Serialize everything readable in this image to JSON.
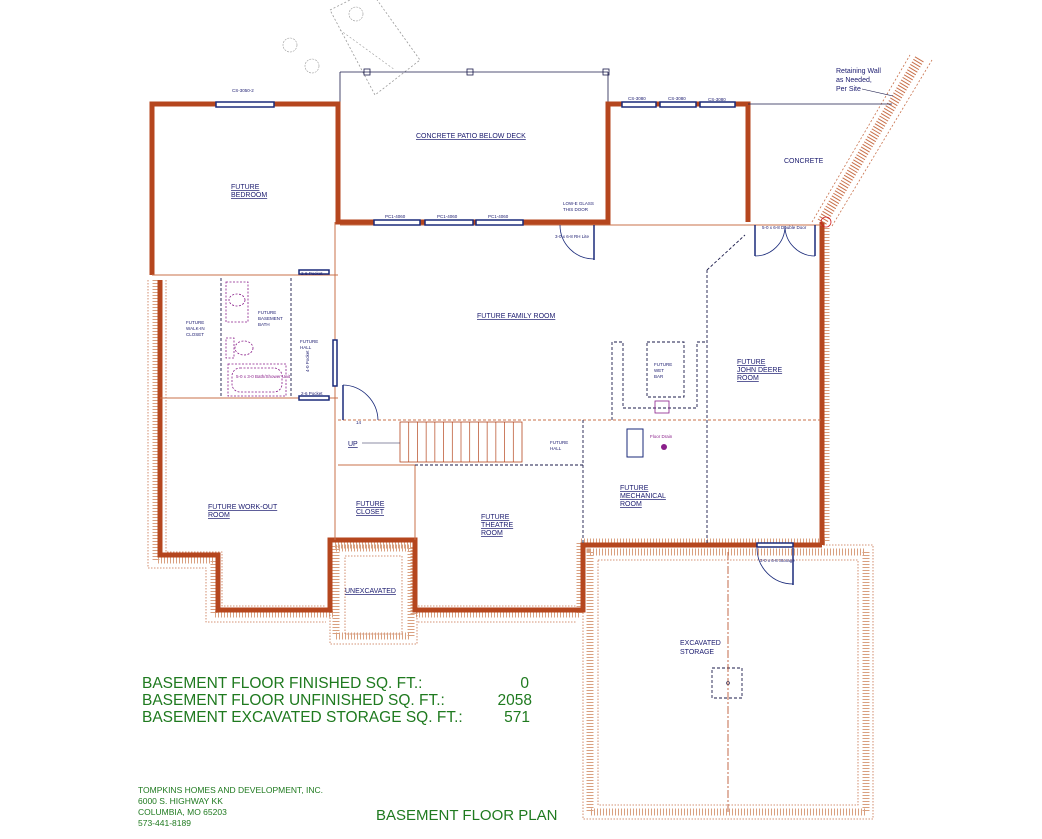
{
  "plan": {
    "title": "BASEMENT FLOOR PLAN",
    "rooms": {
      "patio": "CONCRETE PATIO BELOW DECK",
      "bedroom": [
        "FUTURE",
        "BEDROOM"
      ],
      "concrete": "CONCRETE",
      "family_room": "FUTURE FAMILY ROOM",
      "walkin_closet": [
        "FUTURE",
        "WALK-IN",
        "CLOSET"
      ],
      "bath": [
        "FUTURE",
        "BASEMENT",
        "BATH"
      ],
      "hall": [
        "FUTURE",
        "HALL"
      ],
      "wet_bar": [
        "FUTURE",
        "WET",
        "BAR"
      ],
      "john_deere": [
        "FUTURE",
        "JOHN DEERE",
        "ROOM"
      ],
      "stair_hall": [
        "FUTURE",
        "HALL"
      ],
      "workout": [
        "FUTURE WORK-OUT",
        "ROOM"
      ],
      "closet": [
        "FUTURE",
        "CLOSET"
      ],
      "theatre": [
        "FUTURE",
        "THEATRE",
        "ROOM"
      ],
      "mechanical": [
        "FUTURE",
        "MECHANICAL",
        "ROOM"
      ],
      "unexcavated": "UNEXCAVATED",
      "storage": [
        "EXCAVATED",
        "STORAGE"
      ]
    },
    "annotations": {
      "retaining_wall": [
        "Retaining Wall",
        "as Needed,",
        "Per Site"
      ],
      "bedroom_window": "CS-3050-2",
      "right_windows": [
        "CS-3080",
        "CS-3080",
        "CS-3080"
      ],
      "patio_windows": [
        "PC1-4060",
        "PC1-4060",
        "PC1-4060"
      ],
      "glass_door": [
        "LOW-E GLASS",
        "THIS DOOR"
      ],
      "glass_door_size": "3-0 x 6-8 RH Lite",
      "double_door": "5-0 x 6-8 Double Door",
      "bath_door_top": "2-6 Pocket",
      "bath_door_bottom": "2-6 Pocket",
      "hall_door": "4-0 Pocket",
      "tub": "5-0 x 3-0 Bath/Shower Unit",
      "storage_door": "3-0 x 6-8 Storage",
      "up": "UP",
      "stair_count": "14",
      "floor_drain": "Floor Drain"
    }
  },
  "areas": [
    {
      "label": "BASEMENT FLOOR FINISHED SQ. FT.:",
      "value": "0"
    },
    {
      "label": "BASEMENT FLOOR UNFINISHED SQ. FT.:",
      "value": "2058"
    },
    {
      "label": "BASEMENT EXCAVATED STORAGE SQ. FT.:",
      "value": "571"
    }
  ],
  "company": {
    "name": "TOMPKINS HOMES AND DEVELOPMENT, INC.",
    "address1": "6000 S. HIGHWAY KK",
    "address2": "COLUMBIA, MO 65203",
    "phone": "573-441-8189"
  },
  "colors": {
    "wall": "#b5461e",
    "text": "#1a1a6e",
    "fixture": "#8a1f8a",
    "legend_text": "#1f7a1f"
  }
}
